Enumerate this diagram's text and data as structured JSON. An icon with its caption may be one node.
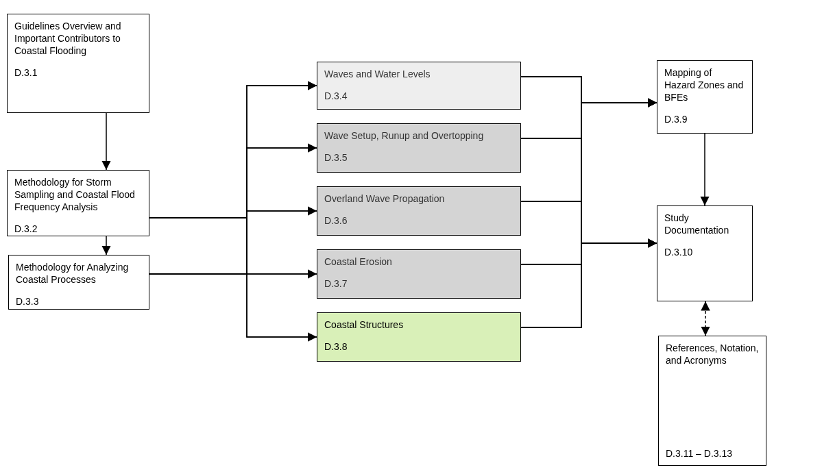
{
  "diagram": {
    "nodes": [
      {
        "text": [
          "Guidelines Overview and Important Contributors to Coastal Flooding",
          "D.3.1"
        ]
      },
      {
        "text": [
          "Methodology for Storm Sampling and Coastal Flood Frequency Analysis",
          "D.3.2"
        ]
      },
      {
        "text": [
          "Methodology for Analyzing Coastal Processes",
          "D.3.3"
        ]
      },
      {
        "text": [
          "Waves and Water Levels",
          "D.3.4"
        ]
      },
      {
        "text": [
          "Wave Setup, Runup and Overtopping",
          "D.3.5"
        ]
      },
      {
        "text": [
          "Overland Wave Propagation",
          "D.3.6"
        ]
      },
      {
        "text": [
          "Coastal Erosion",
          "D.3.7"
        ]
      },
      {
        "text": [
          "Coastal Structures",
          "D.3.8"
        ]
      },
      {
        "text": [
          "Mapping of Hazard Zones and BFEs",
          "D.3.9"
        ]
      },
      {
        "text": [
          "Study Documentation",
          "D.3.10"
        ]
      },
      {
        "text": [
          "References, Notation, and Acronyms",
          "D.3.11 – D.3.13"
        ]
      }
    ],
    "edges": [
      {
        "from": 0,
        "to": 1,
        "arrow": "to"
      },
      {
        "from": 1,
        "to": 2,
        "arrow": "to"
      },
      {
        "from": 1,
        "to": 3,
        "arrow": "to"
      },
      {
        "from": 1,
        "to": 4,
        "arrow": "to"
      },
      {
        "from": 1,
        "to": 5,
        "arrow": "to"
      },
      {
        "from": 1,
        "to": 6,
        "arrow": "to"
      },
      {
        "from": 1,
        "to": 7,
        "arrow": "to"
      },
      {
        "from": 2,
        "to": 3,
        "arrow": "to"
      },
      {
        "from": 2,
        "to": 4,
        "arrow": "to"
      },
      {
        "from": 2,
        "to": 5,
        "arrow": "to"
      },
      {
        "from": 2,
        "to": 6,
        "arrow": "to"
      },
      {
        "from": 2,
        "to": 7,
        "arrow": "to"
      },
      {
        "from": 3,
        "to": 8,
        "arrow": "to"
      },
      {
        "from": 4,
        "to": 8,
        "arrow": "to"
      },
      {
        "from": 5,
        "to": 8,
        "arrow": "to"
      },
      {
        "from": 6,
        "to": 8,
        "arrow": "to"
      },
      {
        "from": 7,
        "to": 8,
        "arrow": "to"
      },
      {
        "from": 3,
        "to": 9,
        "arrow": "to"
      },
      {
        "from": 4,
        "to": 9,
        "arrow": "to"
      },
      {
        "from": 5,
        "to": 9,
        "arrow": "to"
      },
      {
        "from": 6,
        "to": 9,
        "arrow": "to"
      },
      {
        "from": 7,
        "to": 9,
        "arrow": "to"
      },
      {
        "from": 8,
        "to": 9,
        "arrow": "to"
      },
      {
        "from": 9,
        "to": 10,
        "arrow": "both",
        "style": "dashed"
      }
    ]
  }
}
